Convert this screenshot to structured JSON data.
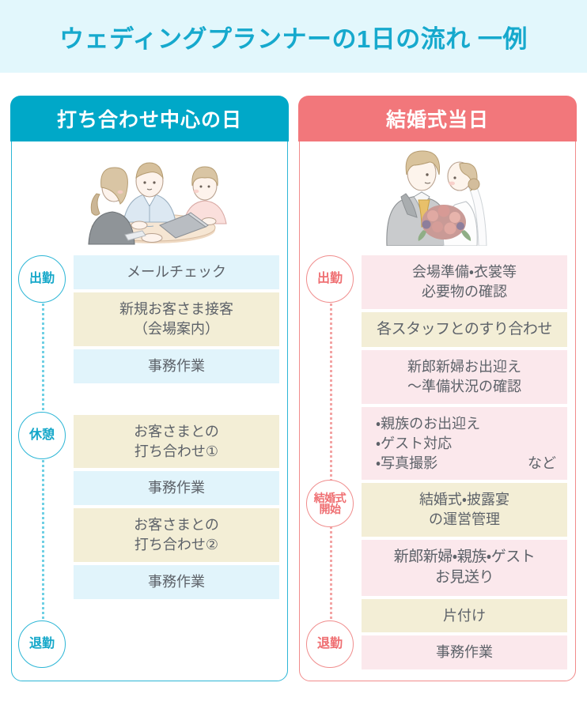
{
  "page": {
    "title": "ウェディングプランナーの1日の流れ 一例",
    "title_bg": "#e2f7fc",
    "title_color": "#16a9cd"
  },
  "columns": [
    {
      "id": "meeting-day",
      "header": "打ち合わせ中心の日",
      "accent": "#00a8c8",
      "border": "#2cb6d6",
      "illustration": "meeting-illustration",
      "badges": [
        {
          "id": "start-work",
          "label": "出勤"
        },
        {
          "id": "break",
          "label": "休憩"
        },
        {
          "id": "end-work",
          "label": "退勤"
        }
      ],
      "items": [
        {
          "label": "メールチェック",
          "tone": "blue",
          "lines": [
            "メールチェック"
          ]
        },
        {
          "label": "新規お客さま接客（会場案内）",
          "tone": "beige",
          "lines": [
            "新規お客さま接客",
            "（会場案内）"
          ]
        },
        {
          "label": "事務作業",
          "tone": "blue",
          "lines": [
            "事務作業"
          ]
        },
        {
          "label": "お客さまとの打ち合わせ①",
          "tone": "beige",
          "lines": [
            "お客さまとの",
            "打ち合わせ①"
          ]
        },
        {
          "label": "事務作業",
          "tone": "blue",
          "lines": [
            "事務作業"
          ]
        },
        {
          "label": "お客さまとの打ち合わせ②",
          "tone": "beige",
          "lines": [
            "お客さまとの",
            "打ち合わせ②"
          ]
        },
        {
          "label": "事務作業",
          "tone": "blue",
          "lines": [
            "事務作業"
          ]
        }
      ]
    },
    {
      "id": "wedding-day",
      "header": "結婚式当日",
      "accent": "#f2777b",
      "border": "#f18b8b",
      "illustration": "bride-groom-illustration",
      "badges": [
        {
          "id": "start-work",
          "label": "出勤"
        },
        {
          "id": "ceremony-start",
          "label_line1": "結婚式",
          "label_line2": "開始"
        },
        {
          "id": "end-work",
          "label": "退勤"
        }
      ],
      "items": [
        {
          "label": "会場準備・衣裳等必要物の確認",
          "tone": "pink",
          "lines": [
            "会場準備・衣裳等",
            "必要物の確認"
          ]
        },
        {
          "label": "各スタッフとのすり合わせ",
          "tone": "beige",
          "lines": [
            "各スタッフとのすり合わせ"
          ]
        },
        {
          "label": "新郎新婦お出迎え〜準備状況の確認",
          "tone": "pink",
          "lines": [
            "新郎新婦お出迎え",
            "〜準備状況の確認"
          ]
        },
        {
          "label": "・親族のお出迎え ・ゲスト対応 ・写真撮影 など",
          "tone": "pink",
          "bullets": [
            "・親族のお出迎え",
            "・ゲスト対応",
            "・写真撮影"
          ],
          "tail": "など"
        },
        {
          "label": "結婚式・披露宴の運営管理",
          "tone": "beige",
          "lines": [
            "結婚式・披露宴",
            "の運営管理"
          ]
        },
        {
          "label": "新郎新婦・親族・ゲストお見送り",
          "tone": "pink",
          "lines": [
            "新郎新婦・親族・ゲスト",
            "お見送り"
          ]
        },
        {
          "label": "片付け",
          "tone": "beige",
          "lines": [
            "片付け"
          ]
        },
        {
          "label": "事務作業",
          "tone": "pink",
          "lines": [
            "事務作業"
          ]
        }
      ]
    }
  ],
  "colors": {
    "bar_blue": "#e1f4fb",
    "bar_beige": "#f3eed6",
    "bar_pink": "#fbe8ec",
    "text": "#5d6269"
  }
}
